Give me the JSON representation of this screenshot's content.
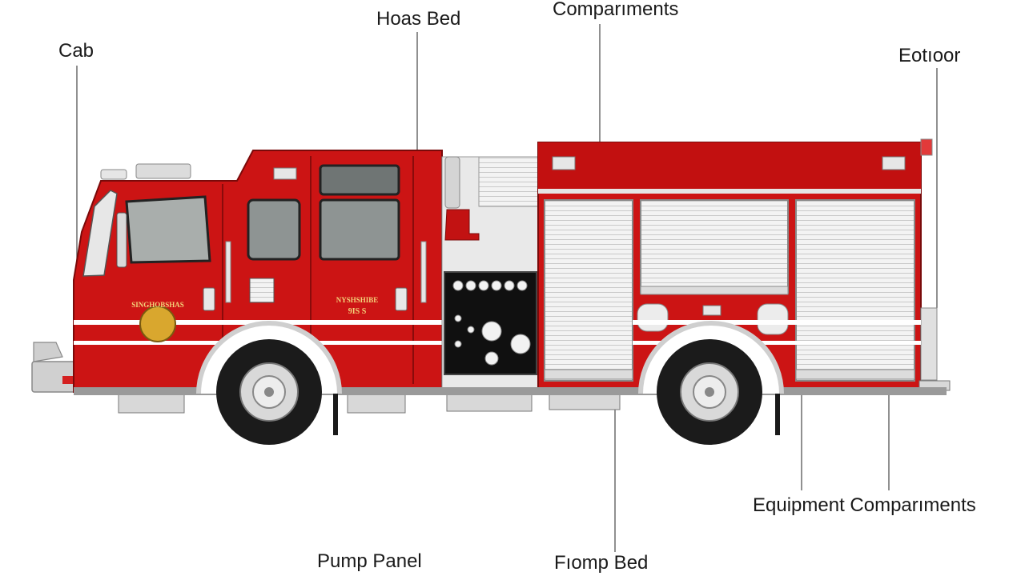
{
  "labels": {
    "cab": "Cab",
    "hose_bed_top": "Hoas Bed",
    "compartments_top": "Comparıments",
    "top_right": "Eotıoor",
    "equipment_compartments": "Equipment Comparıments",
    "pump_panel": "Pump Panel",
    "hose_bed_bottom": "Fıomp Bed"
  },
  "truck": {
    "door_emblem_text": "SINGHOBSHAS",
    "side_text_line1": "NYSHSHIBE",
    "side_text_line2": "9IS S"
  },
  "colors": {
    "body_red": "#cc1414",
    "dark_red": "#9e0c0c",
    "chrome": "#d6d6d6",
    "shutter": "#f2f2f2",
    "tire": "#1b1b1b",
    "panel": "#101010",
    "gold": "#d9a72e"
  }
}
